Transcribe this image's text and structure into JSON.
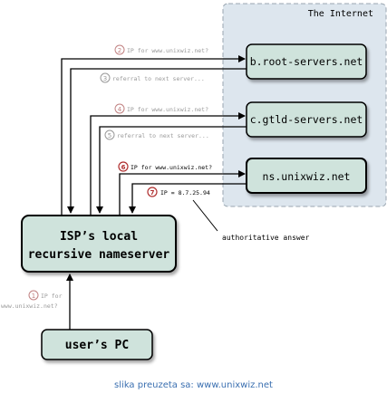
{
  "cloud": {
    "label": "The Internet"
  },
  "servers": {
    "root": "b.root-servers.net",
    "gtld": "c.gtld-servers.net",
    "auth": "ns.unixwiz.net"
  },
  "isp": {
    "line1": "ISP’s local",
    "line2": "recursive nameserver"
  },
  "pc": {
    "label": "user’s PC"
  },
  "steps": {
    "s1": {
      "num": "1",
      "line1": "IP for",
      "line2": "www.unixwiz.net?"
    },
    "s2": {
      "num": "2",
      "text": "IP for www.unixwiz.net?"
    },
    "s3": {
      "num": "3",
      "text": "referral to next server..."
    },
    "s4": {
      "num": "4",
      "text": "IP for www.unixwiz.net?"
    },
    "s5": {
      "num": "5",
      "text": "referral to next server..."
    },
    "s6": {
      "num": "6",
      "text": "IP for www.unixwiz.net?"
    },
    "s7": {
      "num": "7",
      "text": "IP = 8.7.25.94"
    }
  },
  "annotation": "authoritative answer",
  "caption": "slika preuzeta sa: www.unixwiz.net",
  "colors": {
    "cloud_fill": "#dde6ee",
    "box_fill": "#cfe3dc",
    "box_stroke": "#000000",
    "faded": "#8c8c8c",
    "active": "#000000",
    "circle_red": "#b03030",
    "caption": "#3a6fb0"
  }
}
